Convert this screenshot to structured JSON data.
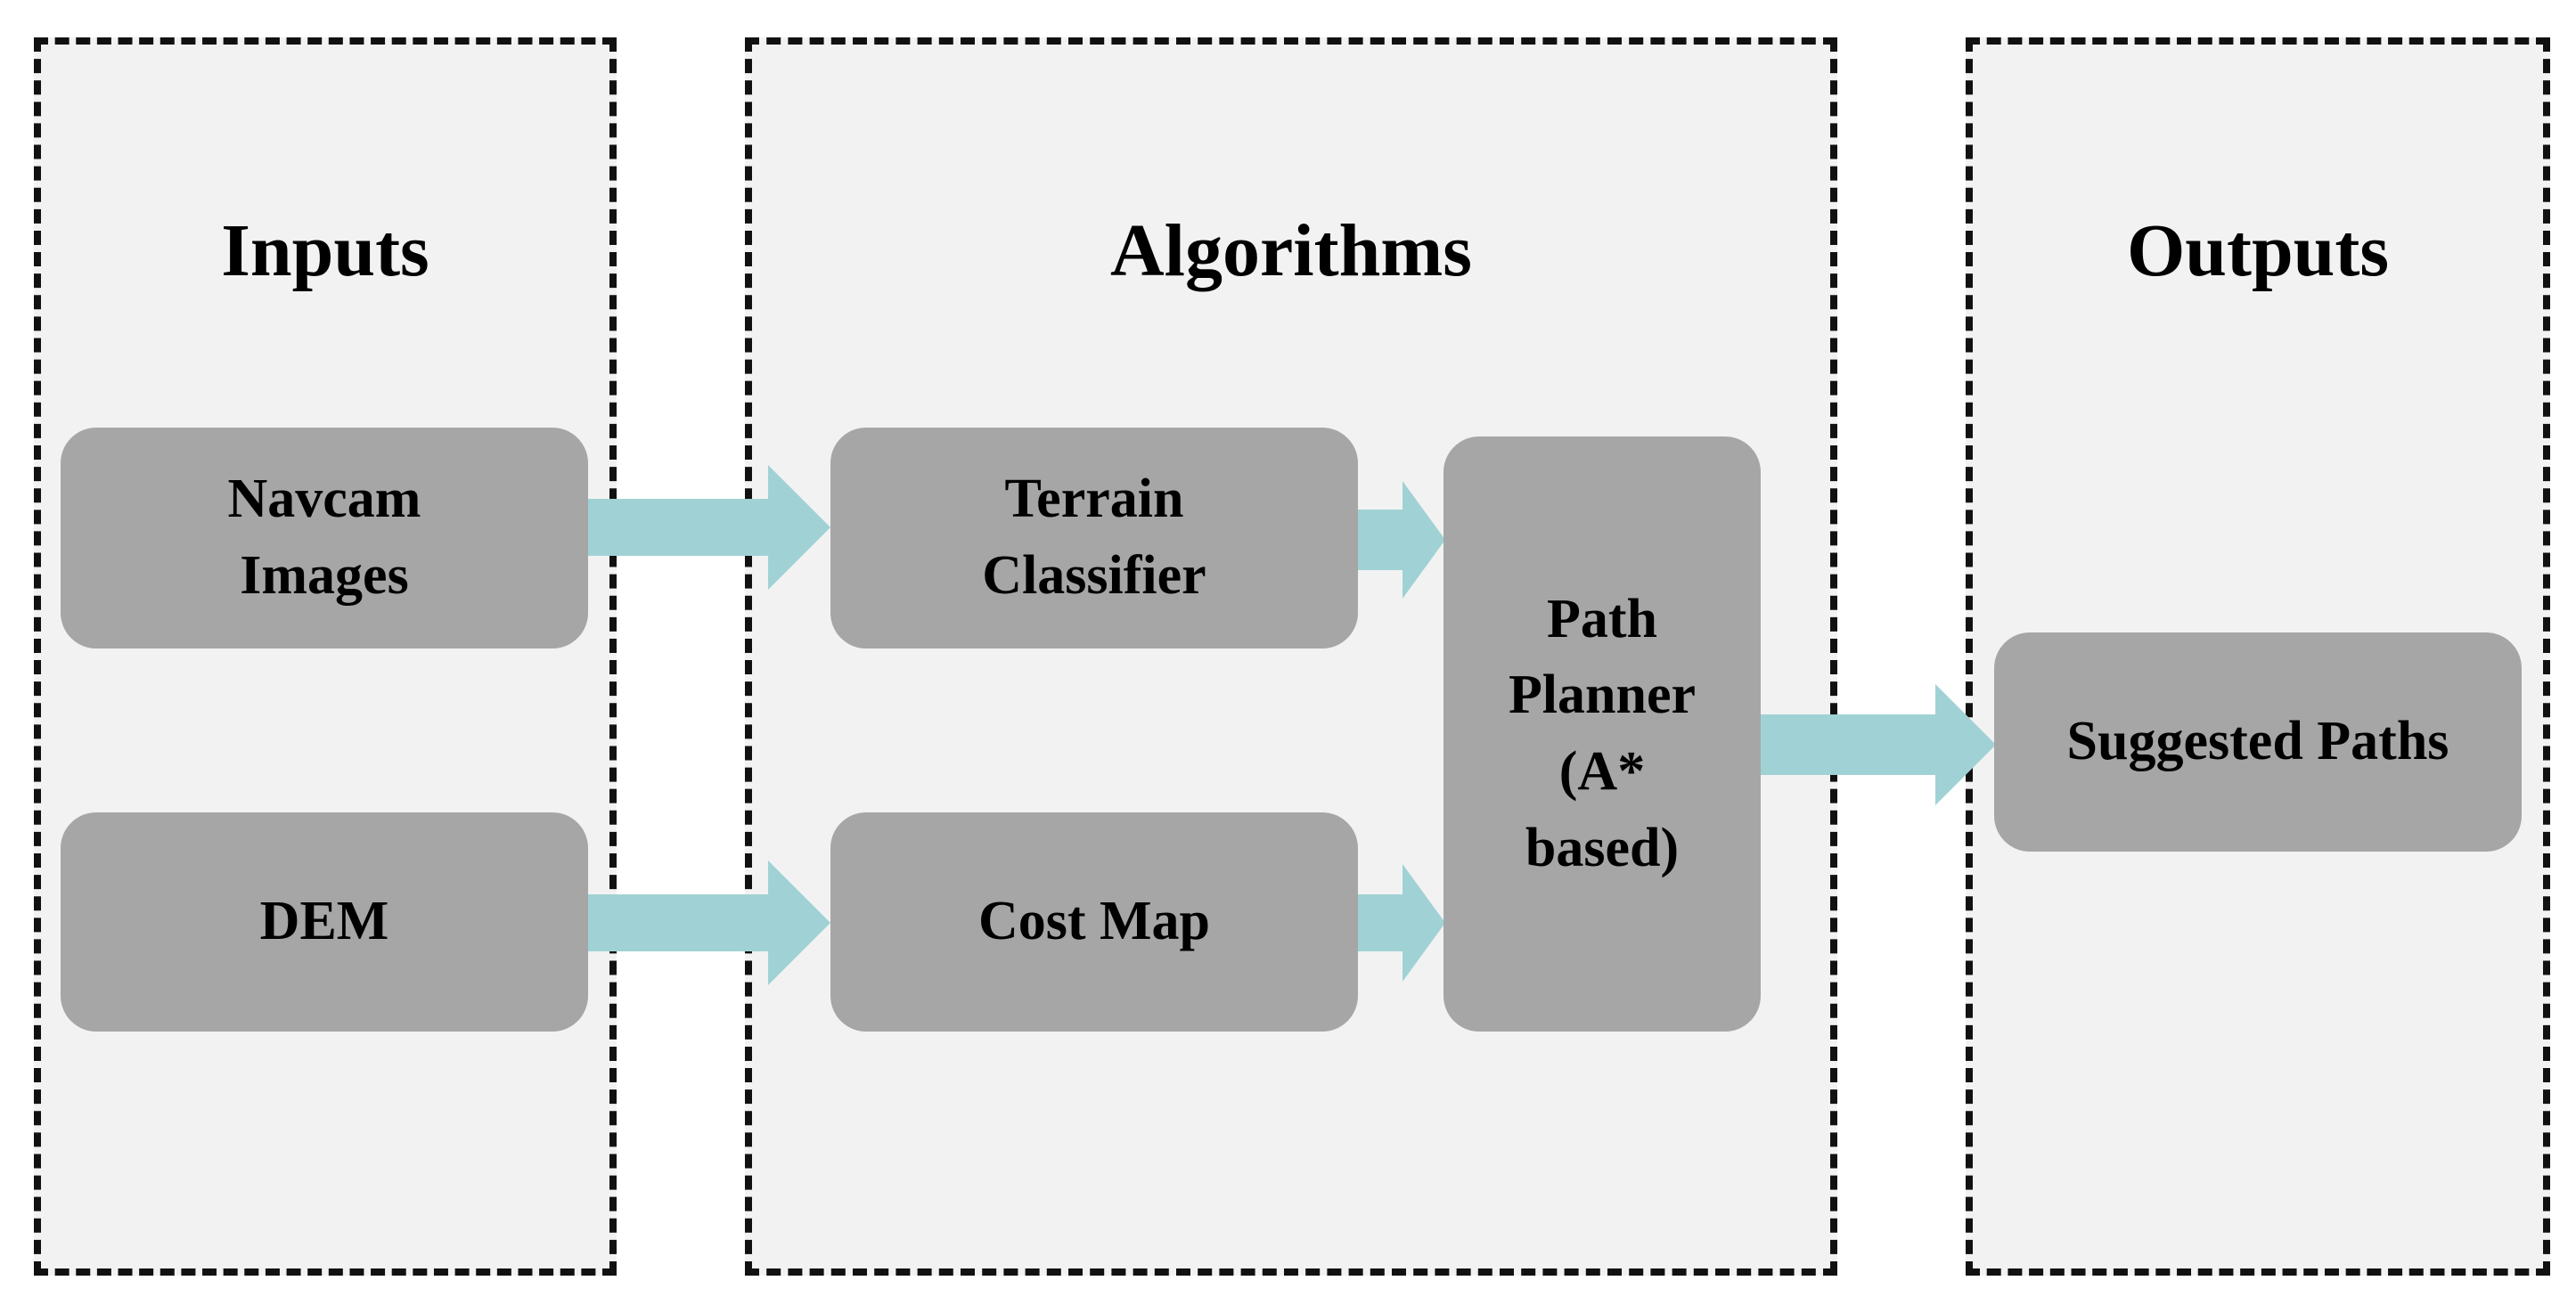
{
  "colors": {
    "panel_fill": "#f2f2f2",
    "panel_border": "#111111",
    "node_fill": "#a6a6a6",
    "arrow_fill": "#a0d2d5"
  },
  "panels": {
    "inputs": "Inputs",
    "algorithms": "Algorithms",
    "outputs": "Outputs"
  },
  "nodes": {
    "navcam": "Navcam\nImages",
    "dem": "DEM",
    "terrain": "Terrain\nClassifier",
    "costmap": "Cost Map",
    "planner": "Path\nPlanner\n(A*\nbased)",
    "suggested": "Suggested Paths"
  },
  "edges": [
    {
      "from": "Navcam Images",
      "to": "Terrain Classifier"
    },
    {
      "from": "DEM",
      "to": "Cost Map"
    },
    {
      "from": "Terrain Classifier",
      "to": "Path Planner (A* based)"
    },
    {
      "from": "Cost Map",
      "to": "Path Planner (A* based)"
    },
    {
      "from": "Path Planner (A* based)",
      "to": "Suggested Paths"
    }
  ]
}
